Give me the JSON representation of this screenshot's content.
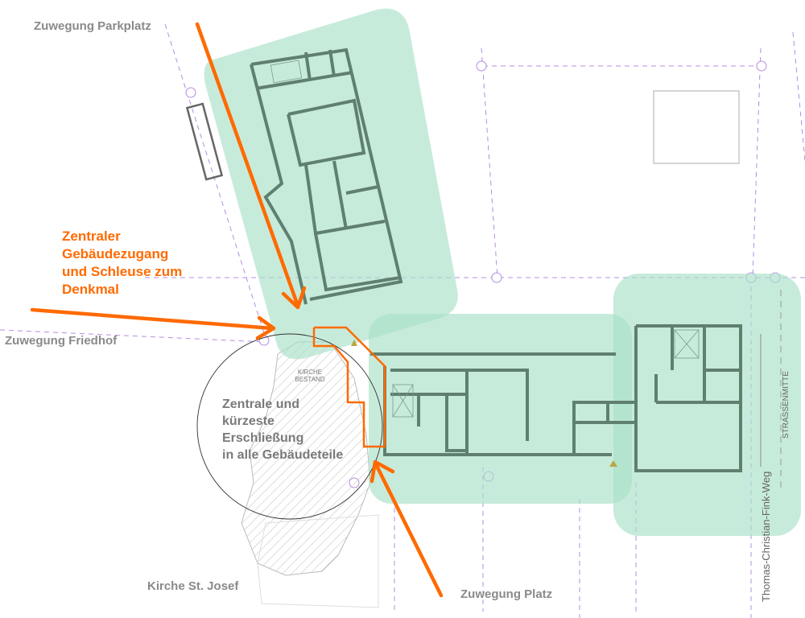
{
  "labels": {
    "parking": "Zuwegung Parkplatz",
    "cemetery": "Zuwegung Friedhof",
    "square": "Zuwegung Platz",
    "church_name": "Kirche St. Josef",
    "street": "Thomas-Christian-Fink-Weg",
    "street_center": "STRASSENMITTE",
    "church_existing_1": "KIRCHE",
    "church_existing_2": "BESTAND"
  },
  "callouts": {
    "central_entrance": [
      "Zentraler",
      "Gebäudezugang",
      "und Schleuse zum",
      "Denkmal"
    ],
    "central_access": [
      "Zentrale und",
      "kürzeste",
      "Erschließung",
      "in alle Gebäudeteile"
    ]
  },
  "colors": {
    "accent": "#ff6a00",
    "zone": "#bfe8d6",
    "wall": "#5f7f6f",
    "grid": "#b58ce0"
  }
}
